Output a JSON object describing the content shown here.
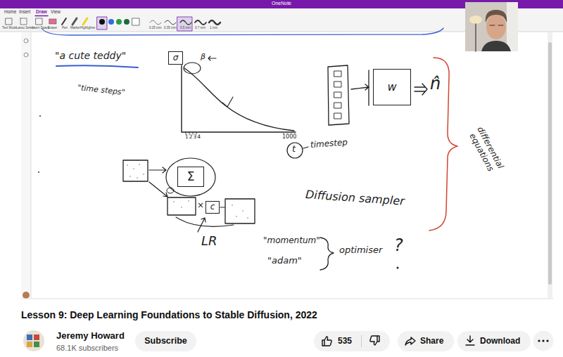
{
  "diagram": {
    "nodes": [
      {
        "text": [
          "σ"
        ]
      },
      {
        "text": [
          "w"
        ]
      },
      {
        "text": [
          "Σ"
        ]
      },
      {
        "text": [
          "c"
        ]
      },
      {
        "text": [
          "Subscribe"
        ]
      },
      {
        "text": [
          "535"
        ]
      },
      {
        "text": [
          "Share"
        ]
      },
      {
        "text": [
          "Download"
        ]
      }
    ],
    "labels": [
      "OneNote",
      "Home",
      "Insert",
      "Draw",
      "View",
      "Text Mode",
      "Lasso Select",
      "Insert Space",
      "Eraser",
      "Pen",
      "Marker",
      "Highlighter",
      "0.25 mm",
      "0.35 mm",
      "0.5 mm",
      "0.7 mm",
      "1 mm",
      "\"a cute teddy\"",
      "\"time steps\"",
      "β",
      "1234",
      "1000",
      "t",
      "timestep",
      "n̂",
      "Diffusion sampler",
      "differential equations",
      "LR",
      "×",
      "\"momentum\"",
      "\"adam\"",
      "optimiser",
      "?",
      "Lesson 9: Deep Learning Foundations to Stable Diffusion, 2022",
      "Jeremy Howard",
      "68.1K subscribers"
    ]
  }
}
